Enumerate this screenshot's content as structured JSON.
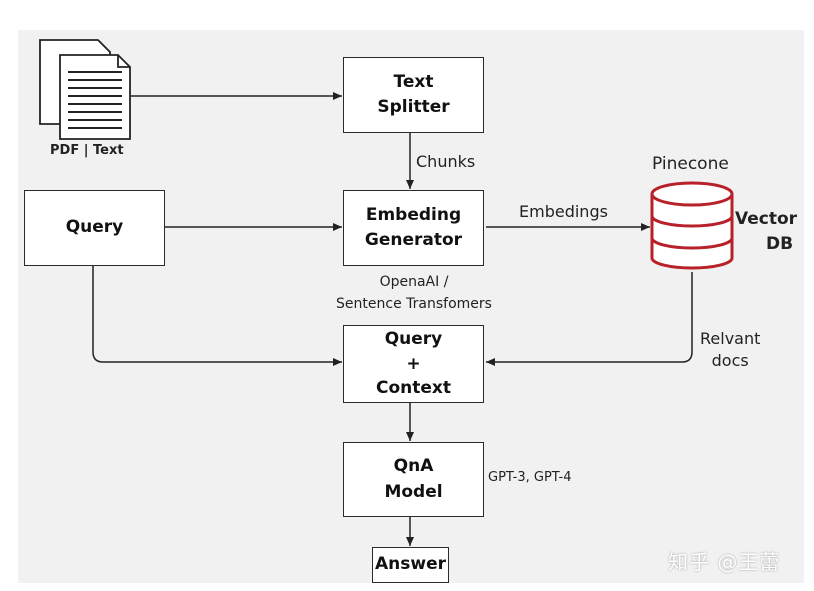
{
  "nodes": {
    "text_splitter": [
      "Text",
      "Splitter"
    ],
    "query": [
      "Query"
    ],
    "embedding_generator": [
      "Embeding",
      "Generator"
    ],
    "query_context": [
      "Query",
      "+",
      "Context"
    ],
    "qna_model": [
      "QnA",
      "Model"
    ],
    "answer": [
      "Answer"
    ]
  },
  "labels": {
    "pdf_text": "PDF | Text",
    "chunks": "Chunks",
    "embeddings": "Embedings",
    "pinecone": "Pinecone",
    "vector_db": [
      "Vector",
      "DB"
    ],
    "embed_provider": [
      "OpenaAI /",
      "Sentence Transfomers"
    ],
    "relevant_docs": [
      "Relvant",
      "docs"
    ],
    "models": "GPT-3, GPT-4"
  },
  "watermark": "知乎 @王蕾",
  "colors": {
    "db_outline": "#b8202a",
    "stroke": "#222222",
    "canvas": "#f1f1f1"
  },
  "icons": {
    "documents": "document-stack-icon",
    "database": "cylinder-database-icon"
  }
}
